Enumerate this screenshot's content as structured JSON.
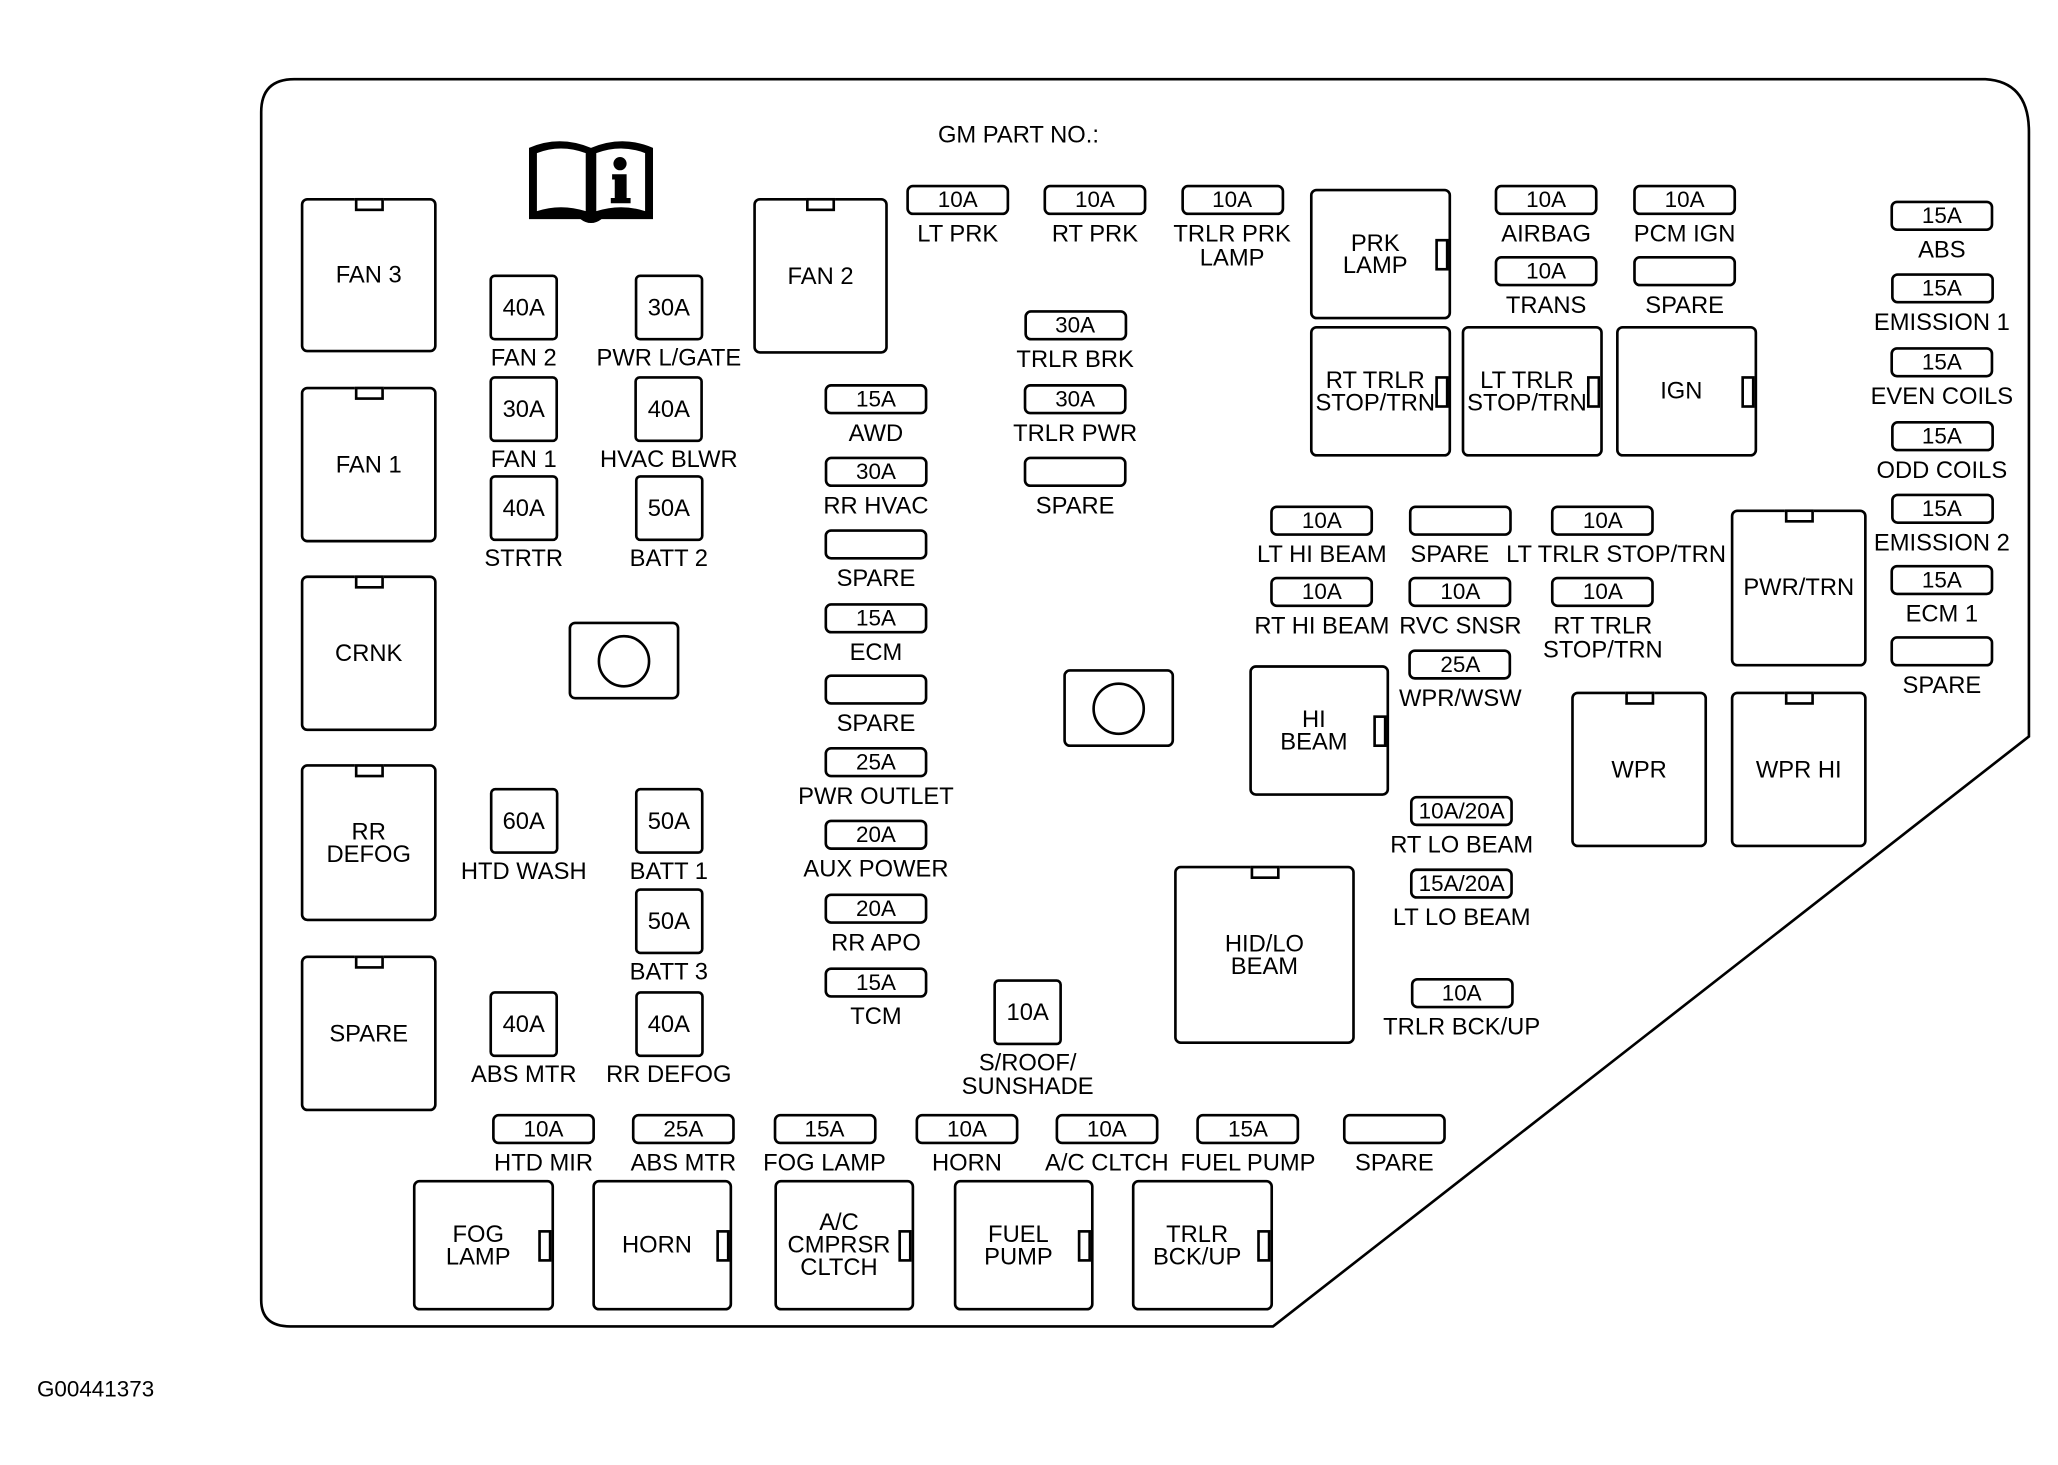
{
  "header": {
    "part_no_label": "GM PART NO.:"
  },
  "icons": {
    "manual": "owner-manual-info-icon"
  },
  "relays": [
    {
      "label": "FAN 3"
    },
    {
      "label": "FAN 1"
    },
    {
      "label": "CRNK"
    },
    {
      "label": "RR\nDEFOG"
    },
    {
      "label": "SPARE"
    },
    {
      "label": "FAN 2"
    },
    {
      "label": "PRK\nLAMP"
    },
    {
      "label": "RT TRLR\nSTOP/TRN"
    },
    {
      "label": "LT TRLR\nSTOP/TRN"
    },
    {
      "label": "IGN"
    },
    {
      "label": "PWR/TRN"
    },
    {
      "label": "HI\nBEAM"
    },
    {
      "label": "WPR"
    },
    {
      "label": "WPR HI"
    },
    {
      "label": "HID/LO\nBEAM"
    },
    {
      "label": "FOG\nLAMP"
    },
    {
      "label": "HORN"
    },
    {
      "label": "A/C\nCMPRSR\nCLTCH"
    },
    {
      "label": "FUEL\nPUMP"
    },
    {
      "label": "TRLR\nBCK/UP"
    }
  ],
  "maxi_fuses": [
    {
      "rating": "40A",
      "label": "FAN 2"
    },
    {
      "rating": "30A",
      "label": "PWR L/GATE"
    },
    {
      "rating": "30A",
      "label": "FAN 1"
    },
    {
      "rating": "40A",
      "label": "HVAC BLWR"
    },
    {
      "rating": "40A",
      "label": "STRTR"
    },
    {
      "rating": "50A",
      "label": "BATT 2"
    },
    {
      "rating": "60A",
      "label": "HTD WASH"
    },
    {
      "rating": "50A",
      "label": "BATT 1"
    },
    {
      "rating": "50A",
      "label": "BATT 3"
    },
    {
      "rating": "40A",
      "label": "ABS MTR"
    },
    {
      "rating": "40A",
      "label": "RR DEFOG"
    },
    {
      "rating": "10A",
      "label": "S/ROOF/\nSUNSHADE"
    }
  ],
  "mini_fuses": [
    {
      "rating": "10A",
      "label": "LT PRK"
    },
    {
      "rating": "10A",
      "label": "RT PRK"
    },
    {
      "rating": "10A",
      "label": "TRLR PRK\nLAMP"
    },
    {
      "rating": "10A",
      "label": "AIRBAG"
    },
    {
      "rating": "10A",
      "label": "PCM IGN"
    },
    {
      "rating": "10A",
      "label": "TRANS"
    },
    {
      "rating": "",
      "label": "SPARE"
    },
    {
      "rating": "15A",
      "label": "ABS"
    },
    {
      "rating": "15A",
      "label": "EMISSION 1"
    },
    {
      "rating": "15A",
      "label": "EVEN COILS"
    },
    {
      "rating": "15A",
      "label": "ODD COILS"
    },
    {
      "rating": "15A",
      "label": "EMISSION 2"
    },
    {
      "rating": "15A",
      "label": "ECM 1"
    },
    {
      "rating": "",
      "label": "SPARE"
    },
    {
      "rating": "30A",
      "label": "TRLR BRK"
    },
    {
      "rating": "30A",
      "label": "TRLR PWR"
    },
    {
      "rating": "",
      "label": "SPARE"
    },
    {
      "rating": "15A",
      "label": "AWD"
    },
    {
      "rating": "30A",
      "label": "RR HVAC"
    },
    {
      "rating": "",
      "label": "SPARE"
    },
    {
      "rating": "15A",
      "label": "ECM"
    },
    {
      "rating": "",
      "label": "SPARE"
    },
    {
      "rating": "25A",
      "label": "PWR OUTLET"
    },
    {
      "rating": "20A",
      "label": "AUX POWER"
    },
    {
      "rating": "20A",
      "label": "RR APO"
    },
    {
      "rating": "15A",
      "label": "TCM"
    },
    {
      "rating": "10A",
      "label": "LT HI BEAM"
    },
    {
      "rating": "",
      "label": "SPARE"
    },
    {
      "rating": "10A",
      "label": "LT TRLR STOP/TRN"
    },
    {
      "rating": "10A",
      "label": "RT HI BEAM"
    },
    {
      "rating": "10A",
      "label": "RVC SNSR"
    },
    {
      "rating": "10A",
      "label": "RT TRLR\nSTOP/TRN"
    },
    {
      "rating": "25A",
      "label": "WPR/WSW"
    },
    {
      "rating": "10A/20A",
      "label": "RT LO BEAM"
    },
    {
      "rating": "15A/20A",
      "label": "LT LO BEAM"
    },
    {
      "rating": "10A",
      "label": "TRLR BCK/UP"
    },
    {
      "rating": "10A",
      "label": "HTD MIR"
    },
    {
      "rating": "25A",
      "label": "ABS MTR"
    },
    {
      "rating": "15A",
      "label": "FOG LAMP"
    },
    {
      "rating": "10A",
      "label": "HORN"
    },
    {
      "rating": "10A",
      "label": "A/C CLTCH"
    },
    {
      "rating": "15A",
      "label": "FUEL PUMP"
    },
    {
      "rating": "",
      "label": "SPARE"
    }
  ],
  "figure_id": "G00441373"
}
